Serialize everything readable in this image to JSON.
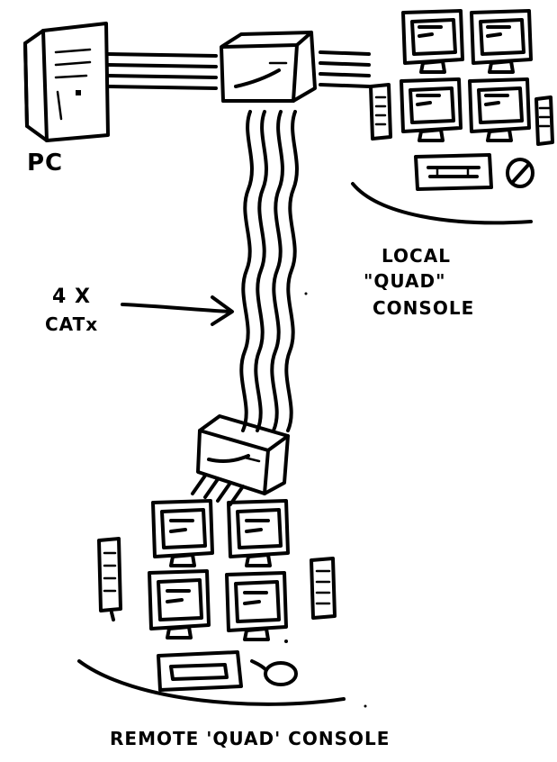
{
  "labels": {
    "pc": "PC",
    "cable_count": "4 x",
    "cable_type": "CATx",
    "local_line1": "LOCAL",
    "local_line2": "\"QUAD\"",
    "local_line3": "CONSOLE",
    "remote": "REMOTE 'QUAD' CONSOLE"
  },
  "icons": {
    "pc": "pc-tower-icon",
    "local_switch": "kvm-extender-transmitter-icon",
    "remote_switch": "kvm-extender-receiver-icon",
    "monitor": "monitor-icon",
    "speaker": "speaker-icon",
    "keyboard": "keyboard-icon",
    "mouse": "mouse-icon",
    "arrow": "arrow-right-icon"
  },
  "colors": {
    "ink": "#000000",
    "background": "#ffffff"
  }
}
